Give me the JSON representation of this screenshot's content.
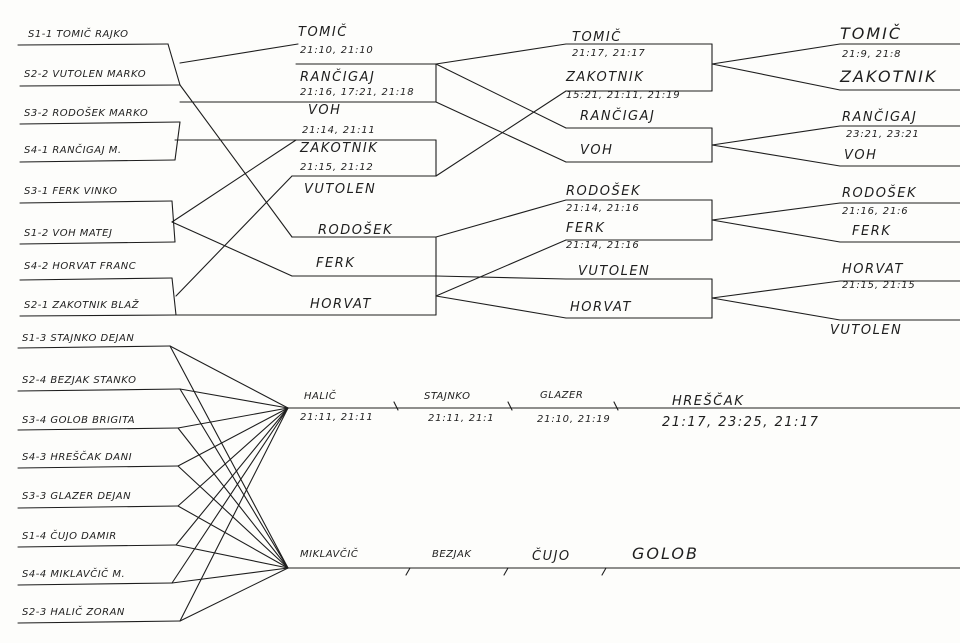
{
  "seeds": [
    "S1-1 TOMIČ RAJKO",
    "S2-2 VUTOLEN MARKO",
    "S3-2 RODOŠEK MARKO",
    "S4-1 RANČIGAJ M.",
    "S3-1 FERK VINKO",
    "S1-2 VOH MATEJ",
    "S4-2 HORVAT FRANC",
    "S2-1 ZAKOTNIK BLAŽ",
    "S1-3 STAJNKO DEJAN",
    "S2-4 BEZJAK STANKO",
    "S3-4 GOLOB BRIGITA",
    "S4-3 HREŠČAK DANI",
    "S3-3 GLAZER DEJAN",
    "S1-4 ČUJO DAMIR",
    "S4-4 MIKLAVČIČ M.",
    "S2-3 HALIČ ZORAN"
  ],
  "round1": {
    "tomic": "TOMIČ",
    "tomic_score": "21:10, 21:10",
    "rancigaj": "RANČIGAJ",
    "rancigaj_score": "21:16, 17:21, 21:18",
    "voh": "VOH",
    "voh_score": "21:14, 21:11",
    "zakotnik": "ZAKOTNIK",
    "zakotnik_score": "21:15, 21:12",
    "vutolen": "VUTOLEN",
    "rodosek": "RODOŠEK",
    "ferk": "FERK",
    "horvat": "HORVAT"
  },
  "round2": {
    "tomic": "TOMIČ",
    "tomic_score": "21:17, 21:17",
    "zakotnik": "ZAKOTNIK",
    "zakotnik_score": "15:21, 21:11, 21:19",
    "rancigaj": "RANČIGAJ",
    "voh": "VOH",
    "rodosek": "RODOŠEK",
    "rodosek_score": "21:14, 21:16",
    "ferk": "FERK",
    "ferk_score": "21:14, 21:16",
    "vutolen": "VUTOLEN",
    "horvat": "HORVAT"
  },
  "round3": {
    "tomic": "TOMIČ",
    "tomic_score": "21:9, 21:8",
    "zakotnik": "ZAKOTNIK",
    "rancigaj": "RANČIGAJ",
    "rancigaj_score": "23:21, 23:21",
    "voh": "VOH",
    "rodosek": "RODOŠEK",
    "rodosek_score": "21:16, 21:6",
    "ferk": "FERK",
    "horvat": "HORVAT",
    "horvat_score": "21:15, 21:15",
    "vutolen": "VUTOLEN"
  },
  "lower_upper": {
    "halic": "HALIČ",
    "halic_score": "21:11, 21:11",
    "stajnko": "STAJNKO",
    "stajnko_score": "21:11, 21:1",
    "glazer": "GLAZER",
    "glazer_score": "21:10, 21:19",
    "hrescak": "HREŠČAK",
    "hrescak_score": "21:17, 23:25, 21:17"
  },
  "lower_lower": {
    "miklavcic": "MIKLAVČIČ",
    "bezjak": "BEZJAK",
    "cujo": "ČUJO",
    "golob": "GOLOB"
  },
  "colors": {
    "paper": "#fdfdfb",
    "ink": "#1e1e1e"
  }
}
